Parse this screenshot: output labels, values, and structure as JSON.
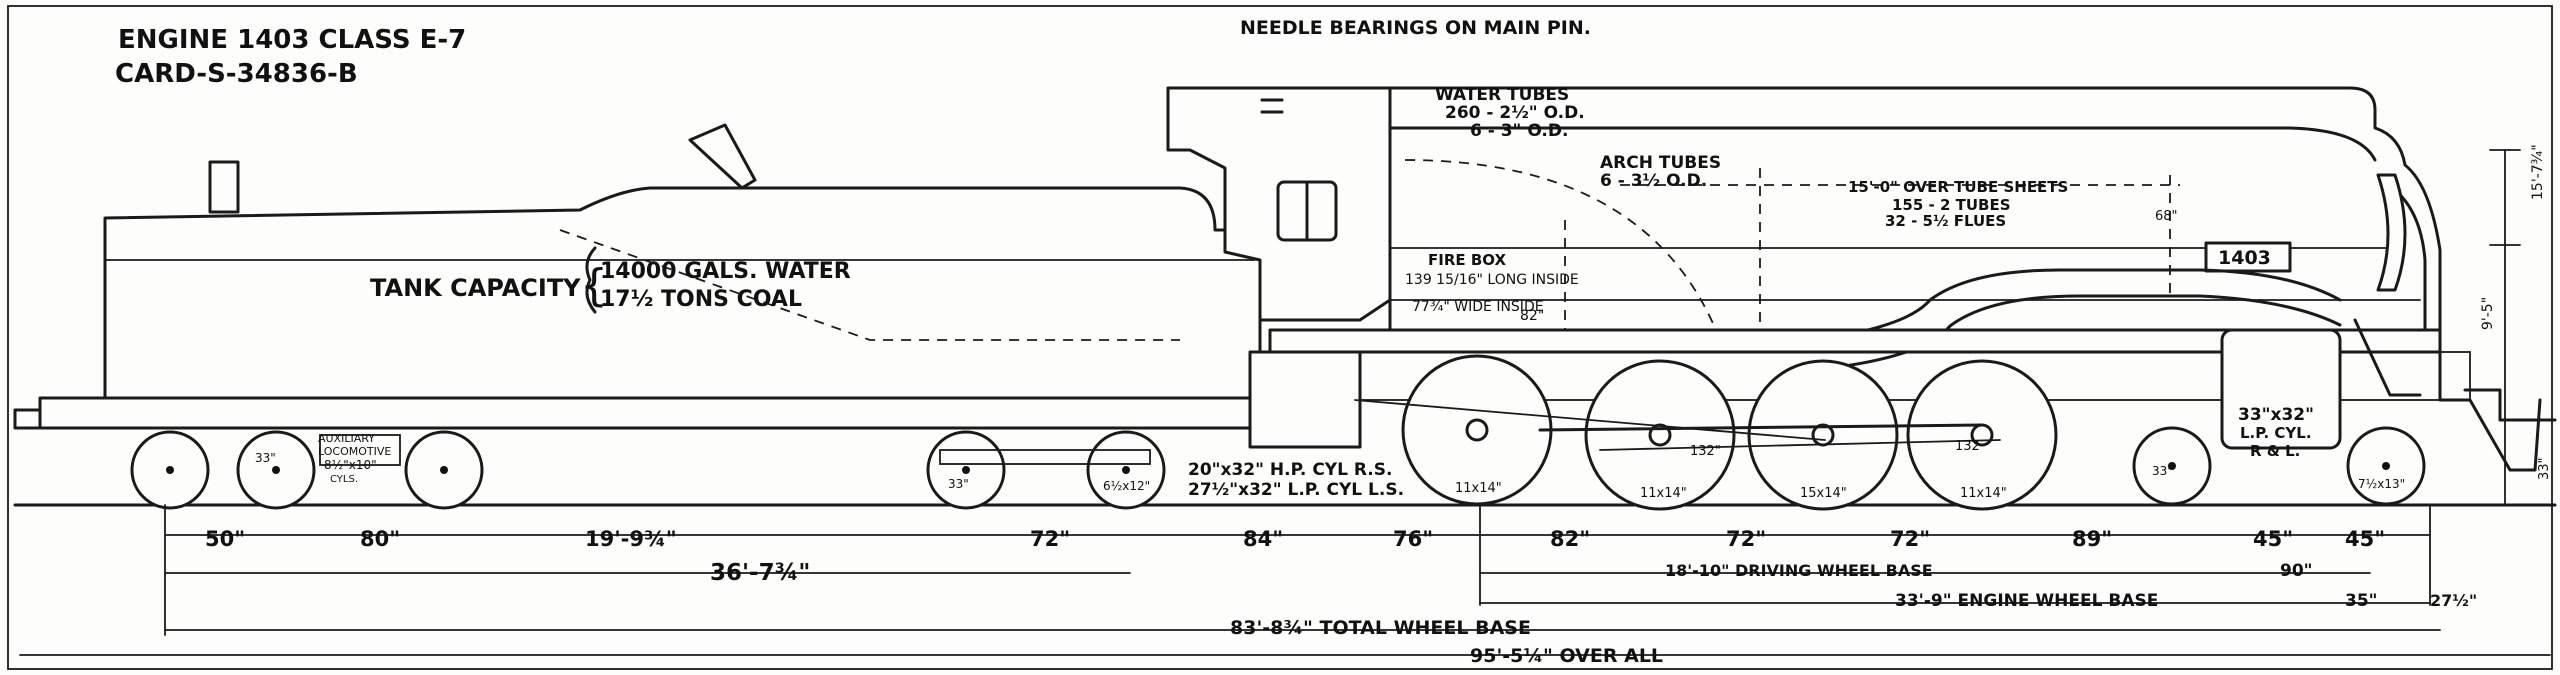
{
  "header": {
    "title_line1": "ENGINE 1403 CLASS E-7",
    "title_line2": "CARD-S-34836-B",
    "top_note": "NEEDLE BEARINGS ON MAIN PIN."
  },
  "tender": {
    "tank_label": "TANK CAPACITY",
    "water": "14000 GALS. WATER",
    "coal": "17½ TONS COAL",
    "aux_loco_1": "AUXILIARY",
    "aux_loco_2": "LOCOMOTIVE",
    "aux_loco_3": "8½\"x10\"",
    "aux_loco_4": "CYLS.",
    "wheel_33": "33\"",
    "wheel_33b": "33\"",
    "wheel_61": "6½x12\""
  },
  "boiler": {
    "water_tubes_1": "WATER TUBES",
    "water_tubes_2": "260 - 2½\" O.D.",
    "water_tubes_3": "6 - 3\" O.D.",
    "arch_tubes_1": "ARCH TUBES",
    "arch_tubes_2": "6 - 3½ O.D.",
    "over_tube_sheets": "15'-0\" OVER TUBE SHEETS",
    "tubes": "155 - 2 TUBES",
    "flues": "32 - 5½ FLUES",
    "firebox_1": "FIRE BOX",
    "firebox_2": "139 15/16\" LONG INSIDE",
    "firebox_3": "77¾\" WIDE INSIDE",
    "number_plate": "1403",
    "firebox_dim": "82\"",
    "dim_68": "68\""
  },
  "cylinders": {
    "hp_1": "20\"x32\" H.P. CYL R.S.",
    "hp_2": "27½\"x32\" L.P. CYL L.S.",
    "lp_1": "33\"x32\"",
    "lp_2": "L.P. CYL.",
    "lp_3": "R & L."
  },
  "wheels": {
    "w1": "11x14\"",
    "w2": "11x14\"",
    "w3": "15x14\"",
    "w4": "11x14\"",
    "drive_dia": "132\"",
    "dia_132b": "132",
    "lead": "33\"",
    "trail": "7½x13\""
  },
  "spacings": {
    "s1": "50\"",
    "s2": "80\"",
    "s3": "19'-9¾\"",
    "s4": "72\"",
    "s5": "84\"",
    "s6": "76\"",
    "s7": "82\"",
    "s8": "72\"",
    "s9": "72\"",
    "s10": "89\"",
    "s11": "45\"",
    "s12": "45\""
  },
  "dimensions": {
    "tender_wb": "36'-7¾\"",
    "driving_wb": "18'-10\" DRIVING WHEEL BASE",
    "d90": "90\"",
    "engine_wb": "33'-9\" ENGINE WHEEL BASE",
    "d35": "35\"",
    "d27": "27½\"",
    "total_wb": "83'-8¾\" TOTAL WHEEL BASE",
    "over_all": "95'-5¼\" OVER ALL",
    "height_15": "15'-7¾\"",
    "height_9": "9'-5\"",
    "height_33": "33\""
  }
}
